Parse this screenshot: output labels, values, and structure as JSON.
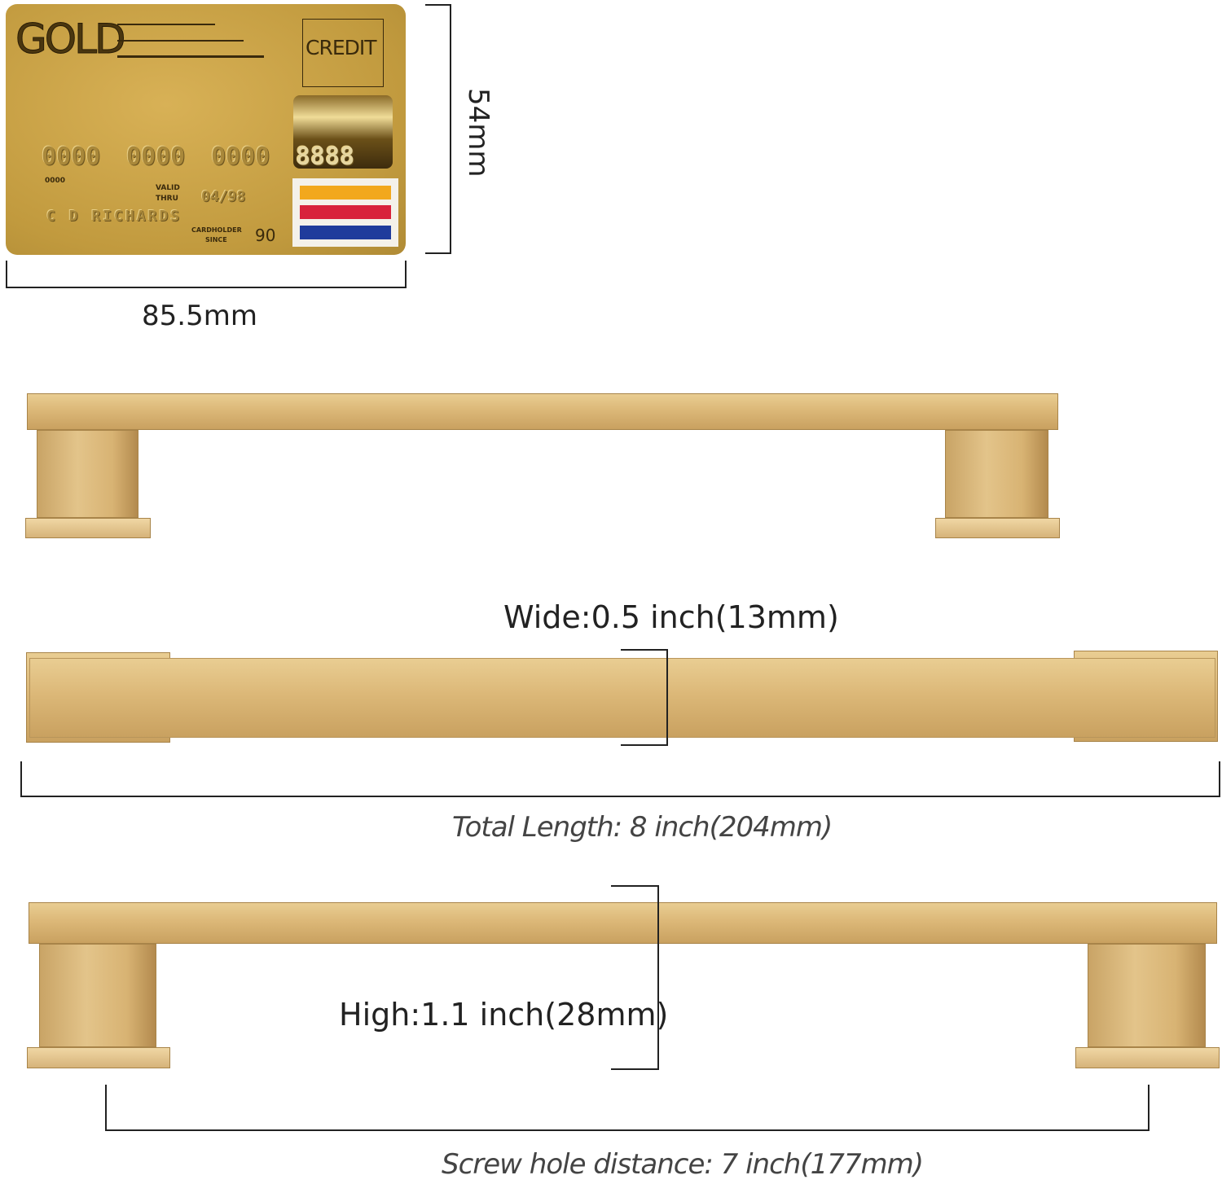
{
  "card": {
    "brand": "GOLD",
    "type": "CREDIT",
    "number_groups": [
      "0000",
      "0000",
      "0000",
      "8888"
    ],
    "small_number": "0000",
    "valid_label_1": "VALID",
    "valid_label_2": "THRU",
    "expiry": "04/98",
    "name": "C D RICHARDS",
    "since_label_1": "CARDHOLDER",
    "since_label_2": "SINCE",
    "since_value": "90",
    "flag_colors": [
      "#f2a81d",
      "#d8223c",
      "#1f3b9c"
    ]
  },
  "dimensions": {
    "card_height": "54mm",
    "card_width": "85.5mm",
    "wide": "Wide:0.5 inch(13mm)",
    "total_length": "Total Length: 8 inch(204mm)",
    "high": "High:1.1 inch(28mm)",
    "screw_distance": "Screw hole distance: 7 inch(177mm)"
  }
}
